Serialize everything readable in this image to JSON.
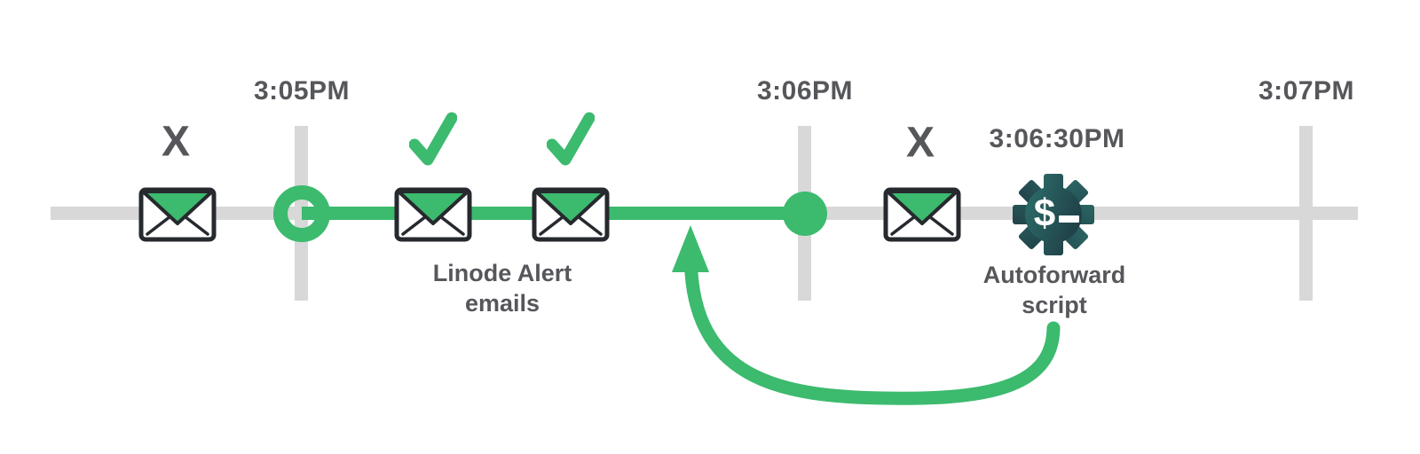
{
  "colors": {
    "green": "#3CBA6E",
    "line_gray": "#D8D8D8",
    "text_gray": "#56575B",
    "outline_dark": "#26292E",
    "gear_teal": "#2E736D",
    "gear_dark": "#1D3540",
    "white": "#FFFFFF"
  },
  "timeline": {
    "ticks": [
      {
        "label": "3:05PM"
      },
      {
        "label": "3:06PM"
      },
      {
        "label": "3:07PM"
      }
    ],
    "script_time_label": "3:06:30PM",
    "gear_prompt": "$",
    "events": [
      {
        "name": "email-1",
        "icon": "envelope-icon",
        "marker": "X"
      },
      {
        "name": "email-2",
        "icon": "envelope-icon",
        "marker": "check"
      },
      {
        "name": "email-3",
        "icon": "envelope-icon",
        "marker": "check"
      },
      {
        "name": "email-4",
        "icon": "envelope-icon",
        "marker": "X"
      },
      {
        "name": "autoforward-script",
        "icon": "gear-dollar-icon",
        "time_label": "3:06:30PM"
      }
    ],
    "captions": {
      "alert_emails": [
        "Linode Alert",
        "emails"
      ],
      "autoforward": [
        "Autoforward",
        "script"
      ]
    }
  }
}
